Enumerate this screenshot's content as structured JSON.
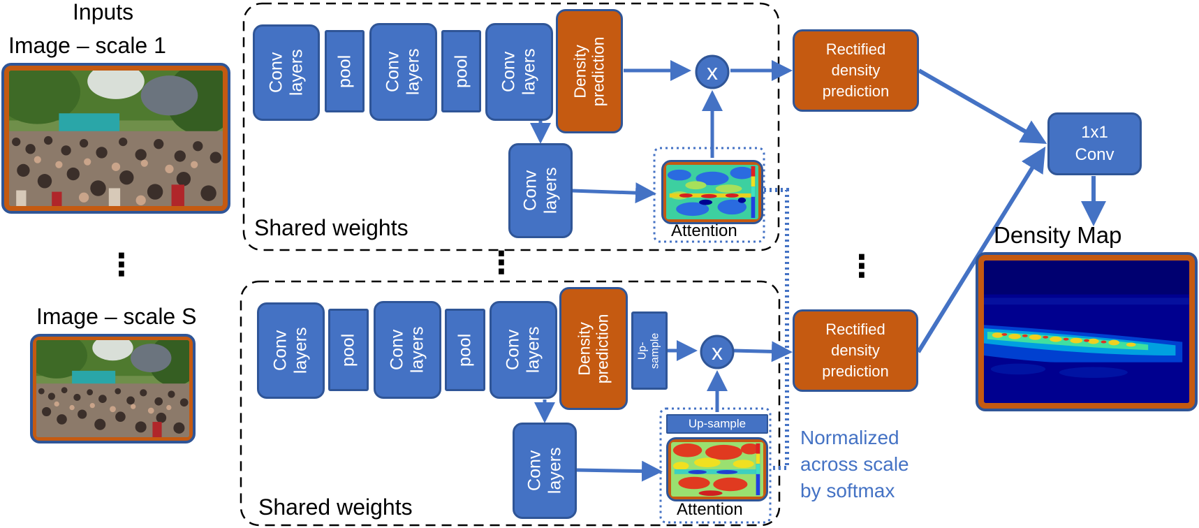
{
  "inputs": {
    "title": "Inputs",
    "scale1_label": "Image – scale 1",
    "scaleS_label": "Image – scale S",
    "ellipsis": "⋮"
  },
  "branch1": {
    "conv1": "Conv\nlayers",
    "pool1": "pool",
    "conv2": "Conv\nlayers",
    "pool2": "pool",
    "conv3": "Conv\nlayers",
    "density": "Density\nprediction",
    "conv_attn": "Conv\nlayers",
    "attention_label": "Attention",
    "shared_weights": "Shared weights",
    "multiply": "x",
    "rectified": "Rectified\ndensity\nprediction"
  },
  "branchS": {
    "conv1": "Conv\nlayers",
    "pool1": "pool",
    "conv2": "Conv\nlayers",
    "pool2": "pool",
    "conv3": "Conv\nlayers",
    "density": "Density\nprediction",
    "upsample_small": "Up-\nsample",
    "upsample_attn": "Up-sample",
    "conv_attn": "Conv\nlayers",
    "attention_label": "Attention",
    "shared_weights": "Shared weights",
    "multiply": "x",
    "rectified": "Rectified\ndensity\nprediction"
  },
  "middle_ellipsis": "⋮",
  "right_ellipsis": "⋮",
  "normalized_note": "Normalized\nacross scale\nby softmax",
  "fusion": {
    "conv1x1": "1x1\nConv"
  },
  "output": {
    "title": "Density Map"
  },
  "colors": {
    "block_blue": "#4472c4",
    "block_border": "#2f5597",
    "block_orange": "#c55a11",
    "arrow": "#4472c4",
    "note_text": "#4472c4",
    "density_bg": "#00008f"
  }
}
